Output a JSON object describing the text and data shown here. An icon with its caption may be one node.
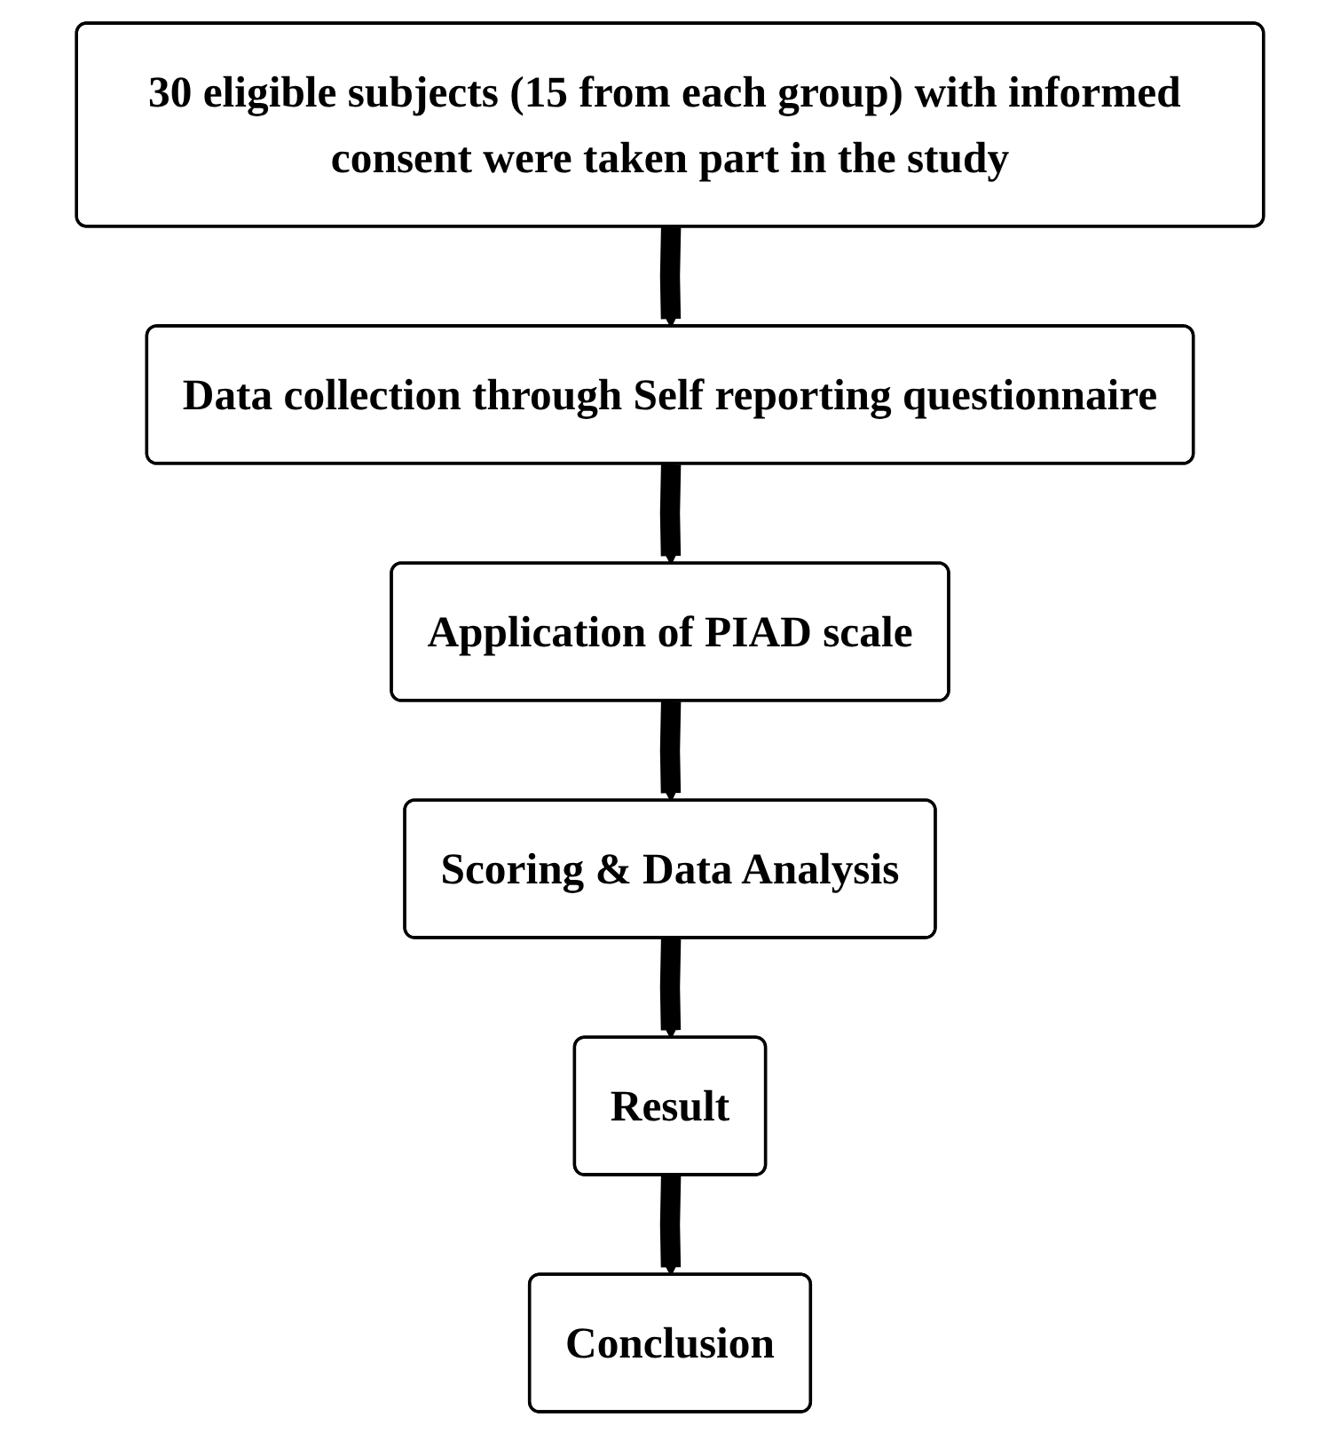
{
  "diagram": {
    "nodes": [
      {
        "text": [
          "30 eligible subjects (15 from each group) with informed consent were taken part in the study"
        ]
      },
      {
        "text": [
          "Data collection through Self reporting questionnaire"
        ]
      },
      {
        "text": [
          "Application of PIAD scale"
        ]
      },
      {
        "text": [
          "Scoring & Data Analysis"
        ]
      },
      {
        "text": [
          "Result"
        ]
      },
      {
        "text": [
          "Conclusion"
        ]
      }
    ],
    "edges": [
      {
        "from": 0,
        "to": 1,
        "arrow": "to"
      },
      {
        "from": 1,
        "to": 2,
        "arrow": "to"
      },
      {
        "from": 2,
        "to": 3,
        "arrow": "to"
      },
      {
        "from": 3,
        "to": 4,
        "arrow": "to"
      },
      {
        "from": 4,
        "to": 5,
        "arrow": "to"
      }
    ]
  }
}
